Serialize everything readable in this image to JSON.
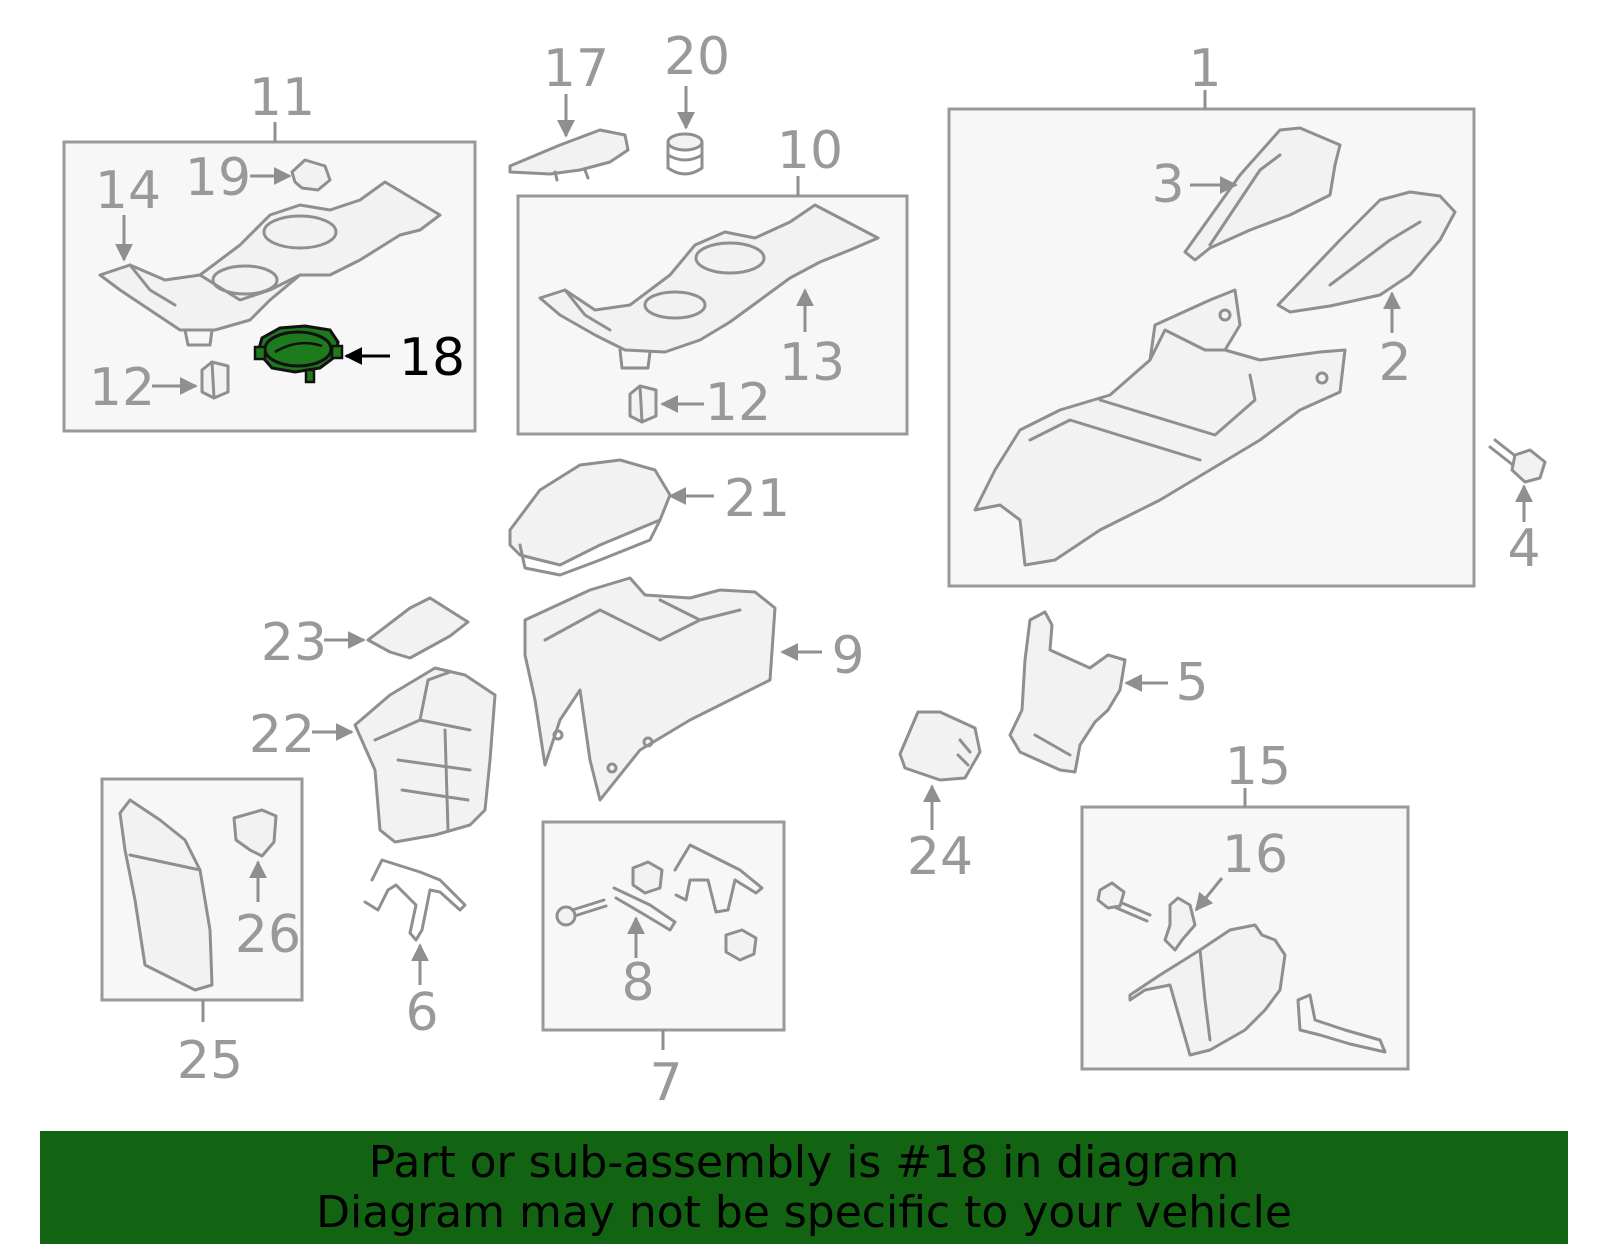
{
  "diagram": {
    "highlight_color": "#1d7a1d",
    "highlighted_part": "18",
    "callouts": [
      "1",
      "2",
      "3",
      "4",
      "5",
      "6",
      "7",
      "8",
      "9",
      "10",
      "11",
      "12",
      "12",
      "13",
      "14",
      "15",
      "16",
      "17",
      "18",
      "19",
      "20",
      "21",
      "22",
      "23",
      "24",
      "25",
      "26"
    ]
  },
  "banner": {
    "background": "#126312",
    "line1": "Part or sub-assembly is #18 in diagram",
    "line2": "Diagram may not be specific to your vehicle"
  }
}
